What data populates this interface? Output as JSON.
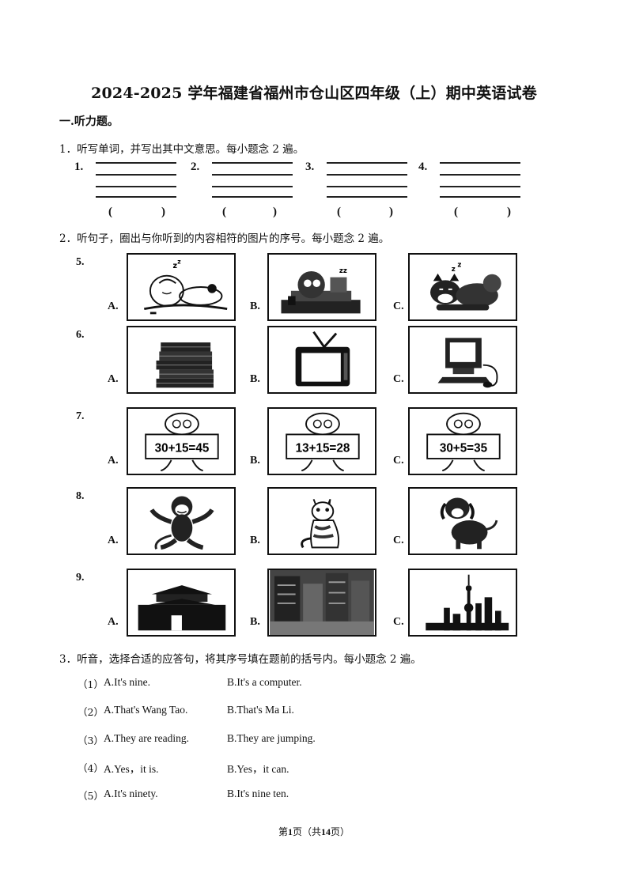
{
  "title": "2024-2025 学年福建省福州市仓山区四年级（上）期中英语试卷",
  "section1": "一.听力题。",
  "q1": {
    "instruction": "1．听写单词，并写出其中文意思。每小题念 2 遍。",
    "blanks": [
      "1.",
      "2.",
      "3.",
      "4."
    ],
    "paren_open": "(",
    "paren_close": ")"
  },
  "q2": {
    "instruction": "2．听句子，圈出与你听到的内容相符的图片的序号。每小题念 2 遍。",
    "option_labels": [
      "A.",
      "B.",
      "C."
    ],
    "rows": [
      {
        "num": "5.",
        "pictures": [
          "sleeping-person",
          "sleeping-robot",
          "sleeping-dog"
        ]
      },
      {
        "num": "6.",
        "pictures": [
          "books",
          "tv",
          "computer"
        ]
      },
      {
        "num": "7.",
        "pictures": [
          "30+15=45",
          "13+15=28",
          "30+5=35"
        ]
      },
      {
        "num": "8.",
        "pictures": [
          "monkey",
          "cat",
          "dog"
        ]
      },
      {
        "num": "9.",
        "pictures": [
          "tiananmen",
          "city-street",
          "shanghai-tower"
        ]
      }
    ]
  },
  "q3": {
    "instruction": "3．听音，选择合适的应答句，将其序号填在题前的括号内。每小题念 2 遍。",
    "items": [
      {
        "num": "（1）",
        "a": "A.It's nine.",
        "b": "B.It's a computer."
      },
      {
        "num": "（2）",
        "a": "A.That's Wang Tao.",
        "b": "B.That's Ma Li."
      },
      {
        "num": "（3）",
        "a": "A.They are reading.",
        "b": "B.They are jumping."
      },
      {
        "num": "（4）",
        "a": "A.Yes，it is.",
        "b": "B.Yes，it can."
      },
      {
        "num": "（5）",
        "a": "A.It's ninety.",
        "b": "B.It's nine ten."
      }
    ]
  },
  "footer": {
    "pre": "第",
    "page": "1",
    "mid": "页（共",
    "total": "14",
    "post": "页）"
  }
}
